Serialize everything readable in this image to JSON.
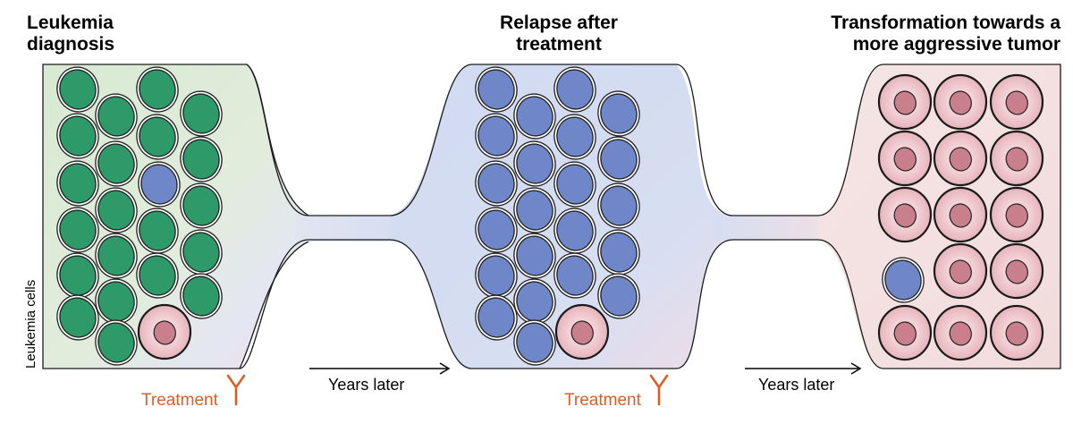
{
  "stages": [
    {
      "title_line1": "Leukemia",
      "title_line2": "diagnosis"
    },
    {
      "title_line1": "Relapse after",
      "title_line2": "treatment"
    },
    {
      "title_line1": "Transformation towards a",
      "title_line2": "more aggressive tumor"
    }
  ],
  "y_axis_label": "Leukemia cells",
  "treatment_label": "Treatment",
  "years_later_label": "Years later",
  "colors": {
    "green_cell": "#2e9a6a",
    "blue_cell": "#6f86c8",
    "pink_cell": "#ecc3c9",
    "pink_nucleus": "#c9808c",
    "treatment": "#d95f27",
    "stage1_bg": "#dcebd6",
    "stage2_bg": "#d3dcf1",
    "stage3_bg": "#f3e0e0"
  },
  "icons": {
    "treatment_marker": "antibody-y-icon",
    "time_arrow": "right-arrow-icon"
  }
}
